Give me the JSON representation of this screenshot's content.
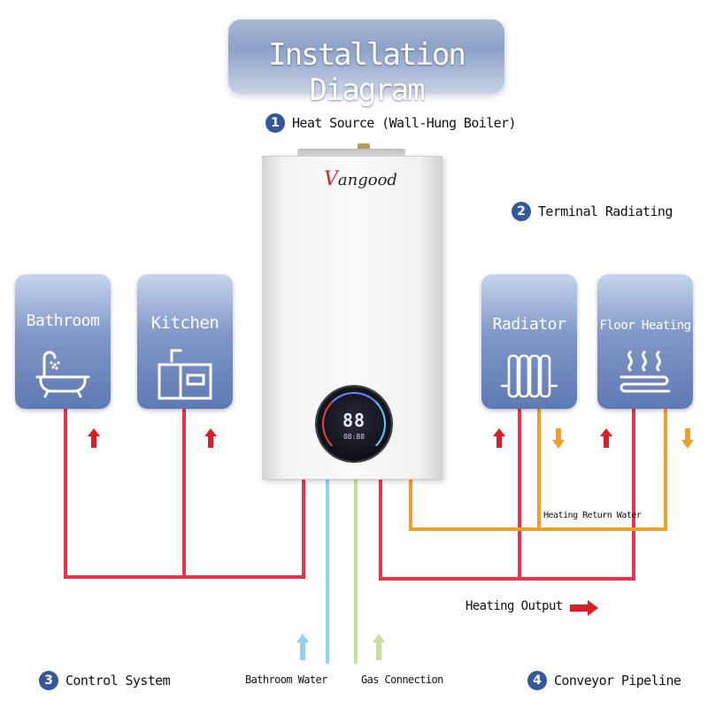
{
  "title": "Installation Diagram",
  "labels": {
    "heat_source": {
      "num": "1",
      "text": "Heat Source (Wall-Hung Boiler)"
    },
    "terminal": {
      "num": "2",
      "text": "Terminal Radiating"
    },
    "control": {
      "num": "3",
      "text": "Control System"
    },
    "conveyor": {
      "num": "4",
      "text": "Conveyor Pipeline"
    }
  },
  "cards": {
    "bathroom": "Bathroom",
    "kitchen": "Kitchen",
    "radiator": "Radiator",
    "floor_heating": "Floor Heating"
  },
  "brand": {
    "initial": "V",
    "rest": "angood"
  },
  "display": {
    "digits": "88",
    "sub": "08:88"
  },
  "pipe_labels": {
    "heating_return": "Heating Return Water",
    "heating_output": "Heating Output",
    "bathroom_water": "Bathroom Water",
    "gas_connection": "Gas Connection"
  },
  "colors": {
    "hot_pipe": "#e8334a",
    "return_pipe": "#f0a02a",
    "water_pipe": "#8fd3f0",
    "gas_pipe": "#c4e29a",
    "card_blue": "#6b84bd",
    "badge": "#35589c"
  }
}
